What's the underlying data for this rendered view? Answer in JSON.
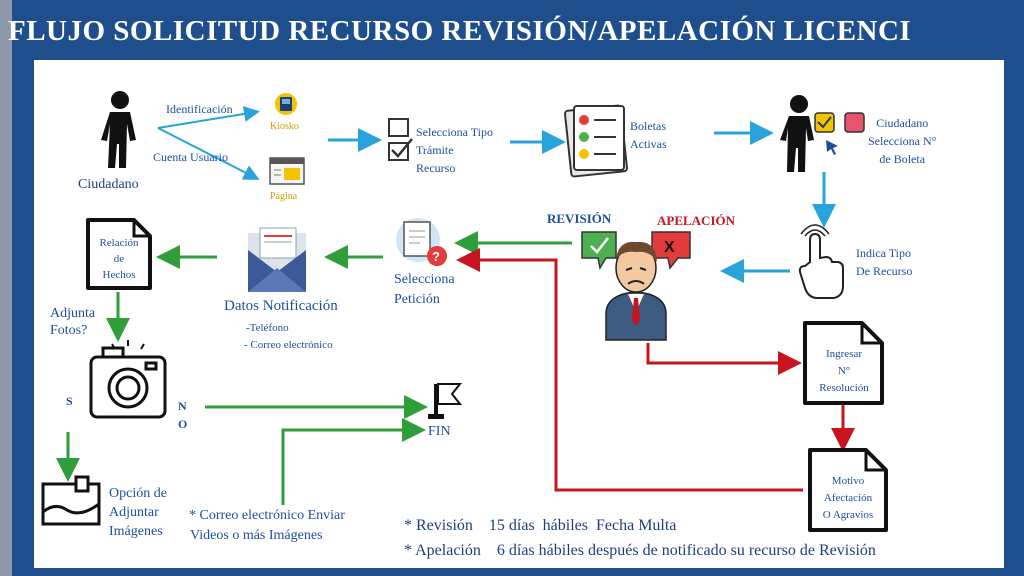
{
  "title": "FLUJO SOLICITUD RECURSO REVISIÓN/APELACIÓN LICENCI",
  "nodes": {
    "ciudadano": "Ciudadano",
    "identificacion": "Identificación",
    "cuenta_usuario": "Cuenta Usuario",
    "kiosko": "Kiosko",
    "pagina": "Página",
    "selecciona_tipo": [
      "Selecciona Tipo",
      "Trámite",
      "Recurso"
    ],
    "boletas": [
      "Boletas",
      "Activas"
    ],
    "ciudadano_sel": [
      "Ciudadano",
      "Selecciona N°",
      "de Boleta"
    ],
    "indica_tipo": [
      "Indica Tipo",
      "De Recurso"
    ],
    "revision": "REVISIÓN",
    "apelacion": "APELACIÓN",
    "selecciona_peticion": [
      "Selecciona",
      "Petición"
    ],
    "datos_notificacion": "Datos Notificación",
    "telefono": "-Teléfono",
    "correo": "- Correo electrónico",
    "relacion_hechos": [
      "Relación",
      "de",
      "Hechos"
    ],
    "adjunta_fotos": [
      "Adjunta",
      "Fotos?"
    ],
    "si": "S",
    "no": [
      "N",
      "O"
    ],
    "fin": "FIN",
    "opcion_adjuntar": [
      "Opción de",
      "Adjuntar",
      "Imágenes"
    ],
    "correo_enviar": [
      "* Correo electrónico Enviar",
      "Videos o más Imágenes"
    ],
    "ingresar_resolucion": [
      "Ingresar",
      "N°",
      "Resolución"
    ],
    "motivo": [
      "Motivo",
      "Afectación",
      "O Agravios"
    ]
  },
  "notes": [
    "* Revisión    15 días  hábiles  Fecha Multa",
    "* Apelación    6 días hábiles después de notificado su recurso de Revisión"
  ],
  "colors": {
    "background": "#1f4e8c",
    "arrow_blue": "#29a3dc",
    "arrow_green": "#2f9e3a",
    "arrow_red": "#c8141e",
    "label_blue": "#1c4f9c"
  }
}
